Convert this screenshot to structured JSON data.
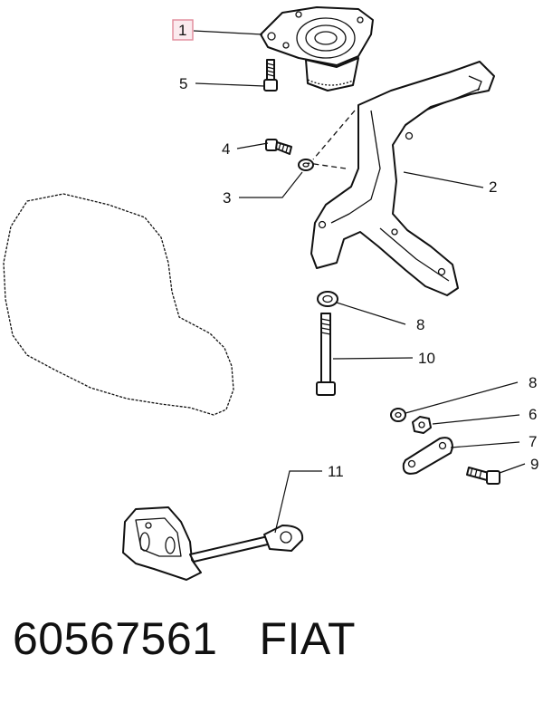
{
  "callouts": [
    {
      "id": "1",
      "label": "1",
      "highlighted": true
    },
    {
      "id": "5",
      "label": "5"
    },
    {
      "id": "4",
      "label": "4"
    },
    {
      "id": "3",
      "label": "3"
    },
    {
      "id": "2",
      "label": "2"
    },
    {
      "id": "8a",
      "label": "8"
    },
    {
      "id": "10",
      "label": "10"
    },
    {
      "id": "8b",
      "label": "8"
    },
    {
      "id": "6",
      "label": "6"
    },
    {
      "id": "7",
      "label": "7"
    },
    {
      "id": "9",
      "label": "9"
    },
    {
      "id": "11",
      "label": "11"
    }
  ],
  "caption": {
    "part_number": "60567561",
    "brand": "FIAT"
  },
  "colors": {
    "highlight_box": "#e08a9a",
    "highlight_fill": "#fbeaee",
    "ink": "#111111"
  }
}
